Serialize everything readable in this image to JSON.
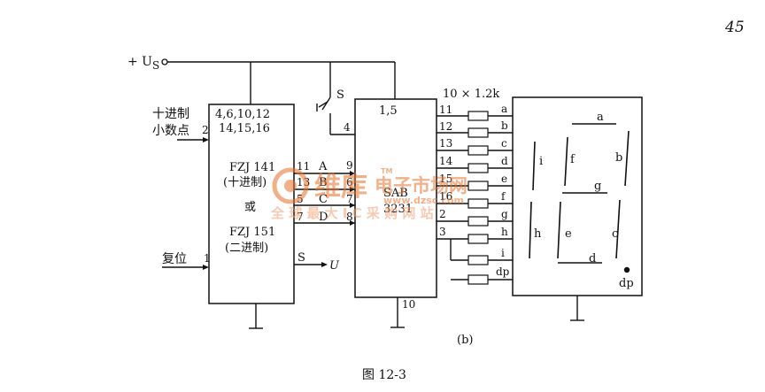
{
  "page_number": "45",
  "supply_label": "+ U",
  "supply_sub": "S",
  "left_ic": {
    "top_pins": "4,6,10,12",
    "top_pins2": "14,15,16",
    "name1": "FZJ 141",
    "desc1": "(十进制)",
    "or": "或",
    "name2": "FZJ 151",
    "desc2": "(二进制)"
  },
  "left_inputs": {
    "decimal_label1": "十进制",
    "decimal_label2": "小数点",
    "decimal_pin": "2",
    "reset_label": "复位",
    "reset_pin": "1"
  },
  "left_outputs": {
    "pins": [
      "11",
      "13",
      "5",
      "7"
    ],
    "names": [
      "A",
      "B",
      "C",
      "D"
    ],
    "s_label": "S",
    "u_label": "U"
  },
  "right_ic": {
    "name1": "SAB",
    "name2": "3231",
    "top_pins": "1,5",
    "switch_pin": "4",
    "switch_label": "S",
    "in_pins": [
      "9",
      "6",
      "7",
      "8"
    ],
    "out_pins": [
      "11",
      "12",
      "13",
      "14",
      "15",
      "16",
      "2",
      "3"
    ],
    "gnd_pin": "10"
  },
  "resistors": {
    "label": "10 × 1.2k",
    "segment_labels": [
      "a",
      "b",
      "c",
      "d",
      "e",
      "f",
      "g",
      "h",
      "i",
      "dp"
    ]
  },
  "display": {
    "labels": [
      "a",
      "g",
      "d",
      "i",
      "f",
      "b",
      "h",
      "e",
      "c",
      "dp"
    ]
  },
  "sub_caption": "(b)",
  "figure_caption": "图 12-3",
  "watermark": {
    "line1_cn": "维库",
    "line1_site": "电子市场网",
    "tm": "TM",
    "url": "www.dzsc.com",
    "line2": "全 球 最 大 I C 采 购 网 站"
  }
}
